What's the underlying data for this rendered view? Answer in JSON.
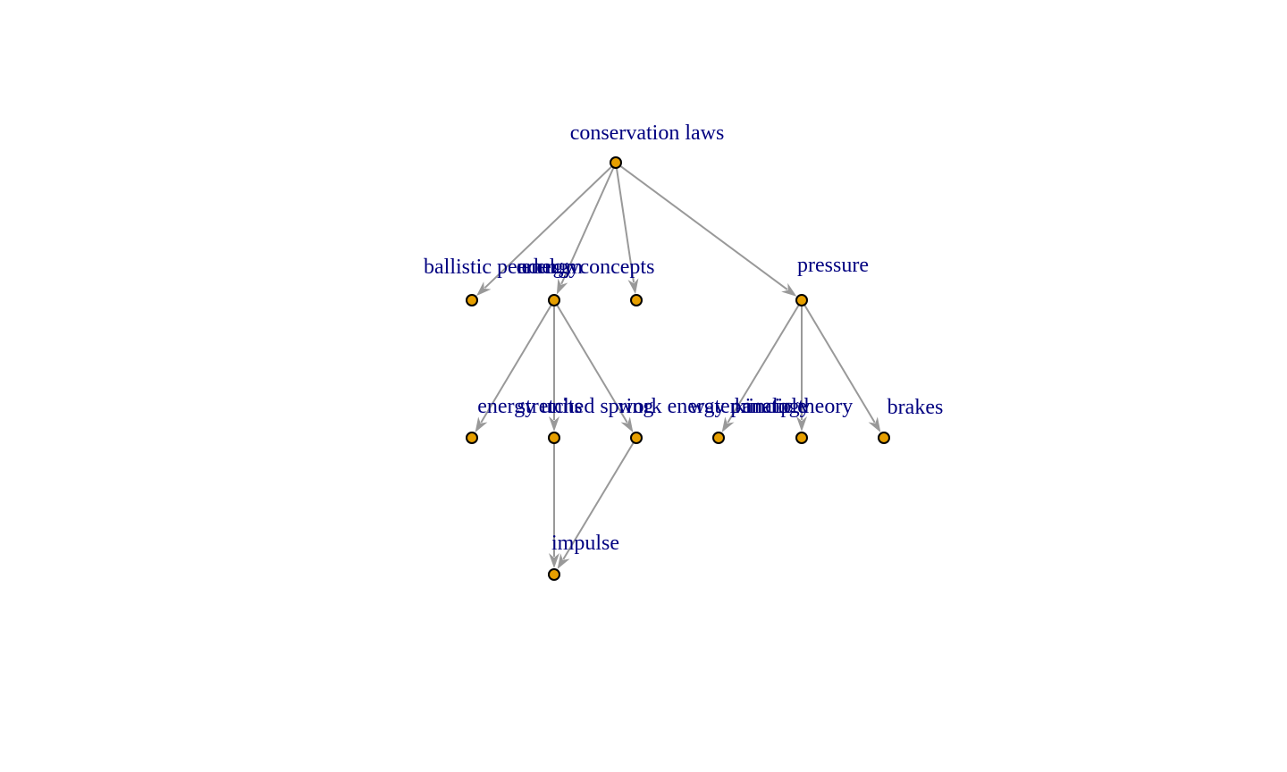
{
  "graph": {
    "node_color": "#E69F00",
    "node_border_color": "#000000",
    "label_color": "#000080",
    "edge_color": "#999999",
    "nodes": [
      {
        "id": "conservation_laws",
        "label": "conservation laws"
      },
      {
        "id": "ballistic_pendulum",
        "label": "ballistic pendulum"
      },
      {
        "id": "energy",
        "label": "energy"
      },
      {
        "id": "energy_concepts",
        "label": "energy concepts"
      },
      {
        "id": "pressure",
        "label": "pressure"
      },
      {
        "id": "energy_units",
        "label": "energy units"
      },
      {
        "id": "stretched_spring",
        "label": "stretched spring"
      },
      {
        "id": "work_energy_principle",
        "label": "work energy principle"
      },
      {
        "id": "water_analogy",
        "label": "water analogy"
      },
      {
        "id": "kinetic_theory",
        "label": "kinetic theory"
      },
      {
        "id": "brakes",
        "label": "brakes"
      },
      {
        "id": "impulse",
        "label": "impulse"
      }
    ],
    "edges": [
      {
        "from": "conservation_laws",
        "to": "ballistic_pendulum"
      },
      {
        "from": "conservation_laws",
        "to": "energy"
      },
      {
        "from": "conservation_laws",
        "to": "energy_concepts"
      },
      {
        "from": "conservation_laws",
        "to": "pressure"
      },
      {
        "from": "energy",
        "to": "energy_units"
      },
      {
        "from": "energy",
        "to": "stretched_spring"
      },
      {
        "from": "energy",
        "to": "work_energy_principle"
      },
      {
        "from": "pressure",
        "to": "water_analogy"
      },
      {
        "from": "pressure",
        "to": "kinetic_theory"
      },
      {
        "from": "pressure",
        "to": "brakes"
      },
      {
        "from": "stretched_spring",
        "to": "impulse"
      },
      {
        "from": "work_energy_principle",
        "to": "impulse"
      }
    ]
  }
}
